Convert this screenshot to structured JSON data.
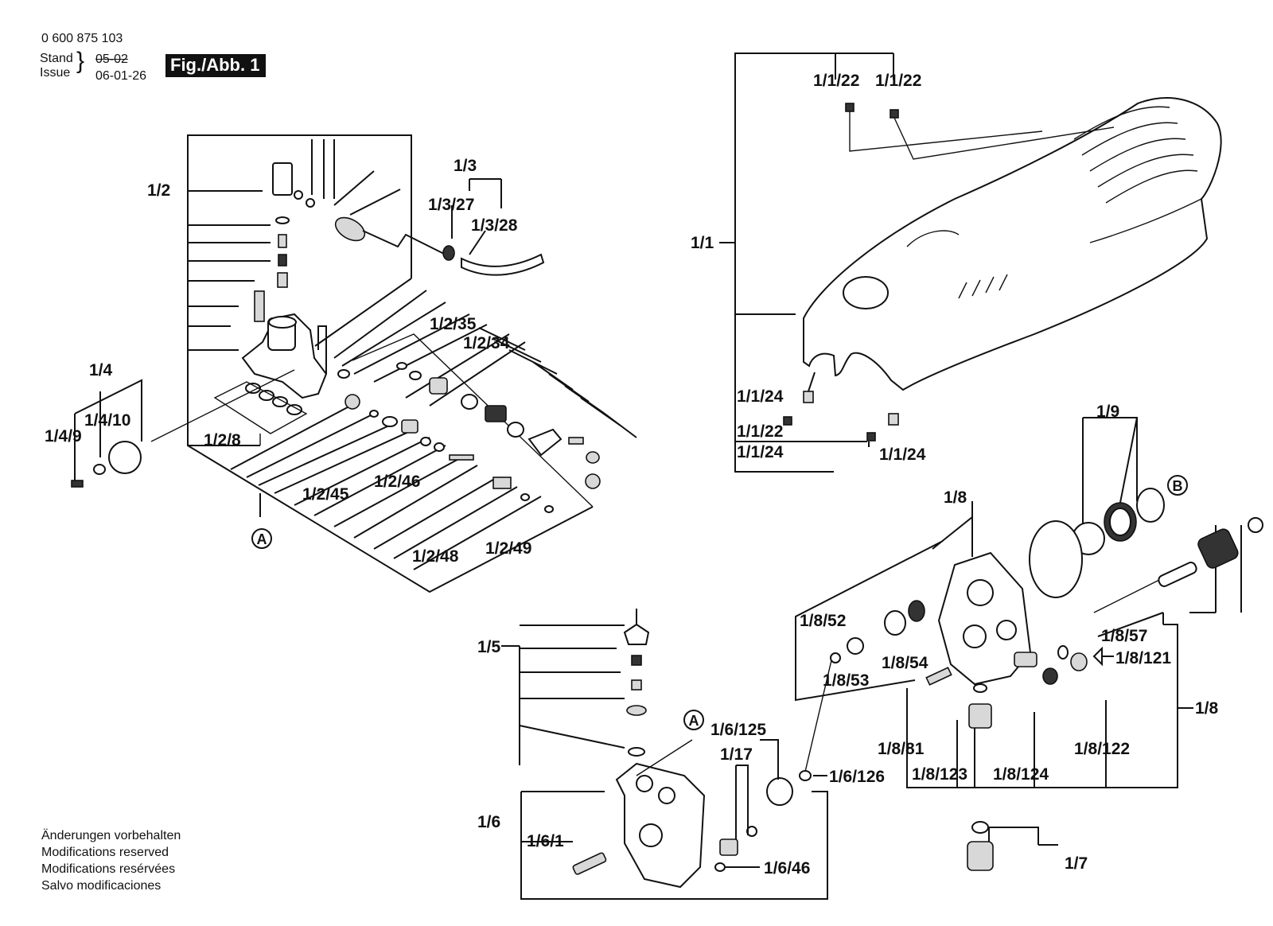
{
  "header": {
    "doc_number": "0 600 875 103",
    "stand_label": "Stand",
    "issue_label": "Issue",
    "old_date": "05-02",
    "new_date": "06-01-26",
    "figure_label": "Fig./Abb. 1"
  },
  "footer": {
    "lines": [
      "Änderungen vorbehalten",
      "Modifications reserved",
      "Modifications resérvées",
      "Salvo modificaciones"
    ]
  },
  "labels": {
    "l_1_1": "1/1",
    "l_1_1_22a": "1/1/22",
    "l_1_1_22b": "1/1/22",
    "l_1_1_24a": "1/1/24",
    "l_1_1_22c": "1/1/22",
    "l_1_1_24b": "1/1/24",
    "l_1_1_24c": "1/1/24",
    "l_1_2": "1/2",
    "l_1_3": "1/3",
    "l_1_3_27": "1/3/27",
    "l_1_3_28": "1/3/28",
    "l_1_2_35": "1/2/35",
    "l_1_2_34": "1/2/34",
    "l_1_4": "1/4",
    "l_1_4_10": "1/4/10",
    "l_1_4_9": "1/4/9",
    "l_1_2_8": "1/2/8",
    "l_1_2_45": "1/2/45",
    "l_1_2_46": "1/2/46",
    "l_1_2_48": "1/2/48",
    "l_1_2_49": "1/2/49",
    "l_1_9": "1/9",
    "l_1_8_top": "1/8",
    "l_1_8_52": "1/8/52",
    "l_1_8_57": "1/8/57",
    "l_1_8_54": "1/8/54",
    "l_1_8_53": "1/8/53",
    "l_1_8_121": "1/8/121",
    "l_1_8_right": "1/8",
    "l_1_8_81": "1/8/81",
    "l_1_8_122": "1/8/122",
    "l_1_8_123": "1/8/123",
    "l_1_8_124": "1/8/124",
    "l_1_5": "1/5",
    "l_1_6_125": "1/6/125",
    "l_1_17": "1/17",
    "l_1_6_126": "1/6/126",
    "l_1_6": "1/6",
    "l_1_6_1": "1/6/1",
    "l_1_6_46": "1/6/46",
    "l_1_7": "1/7"
  },
  "callouts": {
    "a_top": "A",
    "a_bottom": "A",
    "b": "B"
  }
}
